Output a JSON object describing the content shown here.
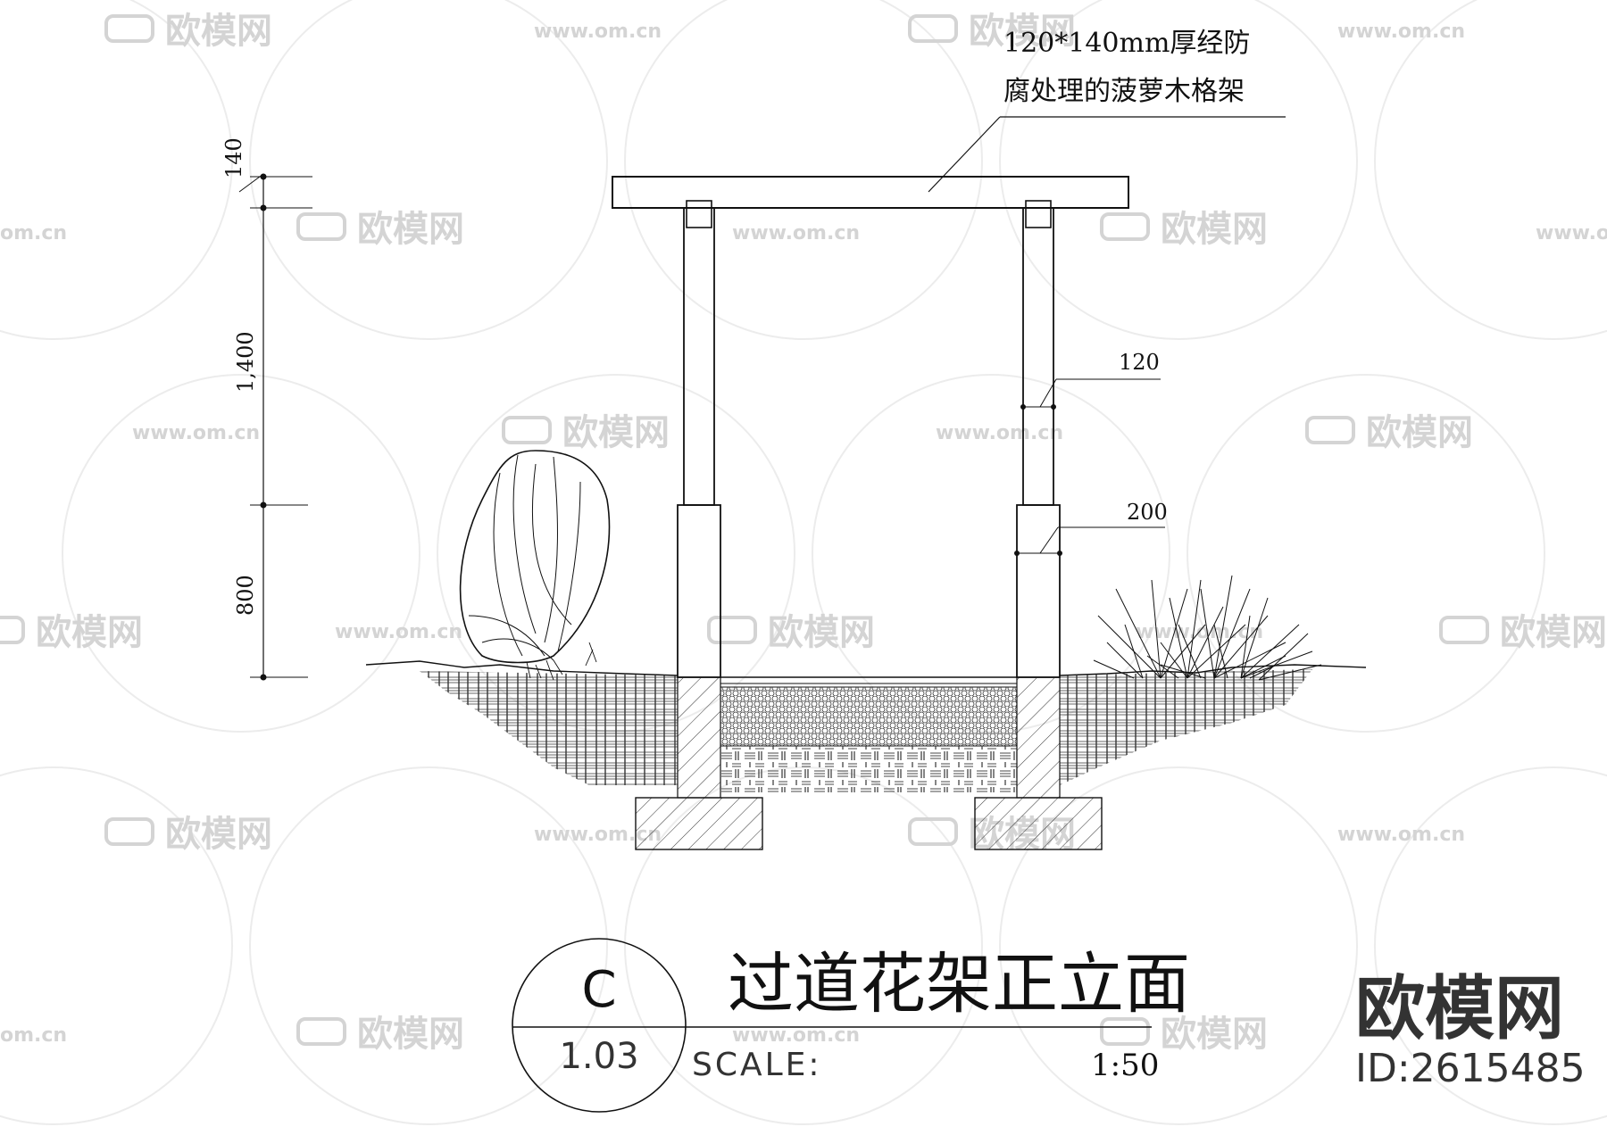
{
  "drawing": {
    "annotation": {
      "line1": "120*140mm厚经防",
      "line2": "腐处理的菠萝木格架"
    },
    "dimensions": {
      "vertical": [
        "140",
        "1,400",
        "800"
      ],
      "post_width": "120",
      "pier_width": "200"
    },
    "title_block": {
      "section_letter": "C",
      "sheet_number": "1.03",
      "title": "过道花架正立面",
      "scale_label": "SCALE:",
      "scale_value": "1:50"
    }
  },
  "watermark": {
    "brand": "欧模网",
    "url": "www.om.cn",
    "url_short": "om.cn"
  },
  "branding": {
    "logo_text": "欧模网",
    "id_text": "ID:2615485"
  },
  "colors": {
    "ink": "#111111",
    "watermark": "#d4d4d4",
    "background": "#ffffff"
  }
}
